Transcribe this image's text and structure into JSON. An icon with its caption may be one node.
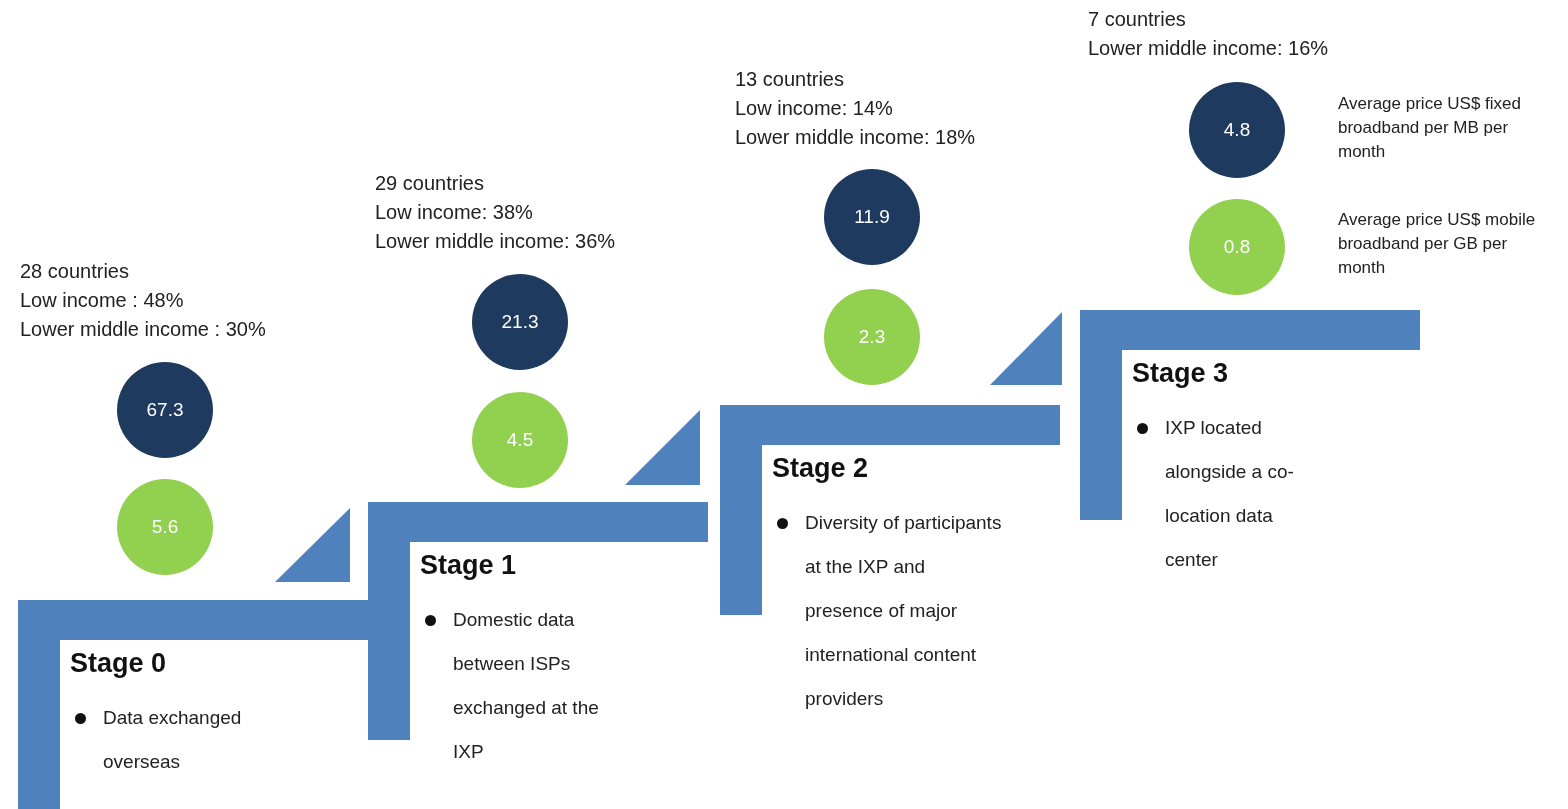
{
  "diagram": {
    "nodes": [
      {
        "text": [
          "Stage 0",
          "Data exchanged overseas"
        ]
      },
      {
        "text": [
          "Stage 1",
          "Domestic data between ISPs exchanged at the IXP"
        ]
      },
      {
        "text": [
          "Stage 2",
          "Diversity of participants at the IXP and presence of major international content providers"
        ]
      },
      {
        "text": [
          "Stage 3",
          "IXP located alongside a co-location data center"
        ]
      },
      {
        "text": [
          "67.3"
        ]
      },
      {
        "text": [
          "5.6"
        ]
      },
      {
        "text": [
          "21.3"
        ]
      },
      {
        "text": [
          "4.5"
        ]
      },
      {
        "text": [
          "11.9"
        ]
      },
      {
        "text": [
          "2.3"
        ]
      },
      {
        "text": [
          "4.8"
        ]
      },
      {
        "text": [
          "0.8"
        ]
      },
      {
        "text": [],
        "shape": "triangle"
      },
      {
        "text": [],
        "shape": "triangle"
      },
      {
        "text": [],
        "shape": "triangle"
      }
    ],
    "labels": [
      "28 countries",
      "Low income : 48%",
      "Lower middle income : 30%",
      "29 countries",
      "Low income: 38%",
      "Lower middle income: 36%",
      "13 countries",
      "Low income: 14%",
      "Lower middle income: 18%",
      "7 countries",
      "Lower middle income: 16%",
      "Average price US$ fixed broadband per MB per month",
      "Average price US$ mobile broadband per GB per month"
    ]
  }
}
